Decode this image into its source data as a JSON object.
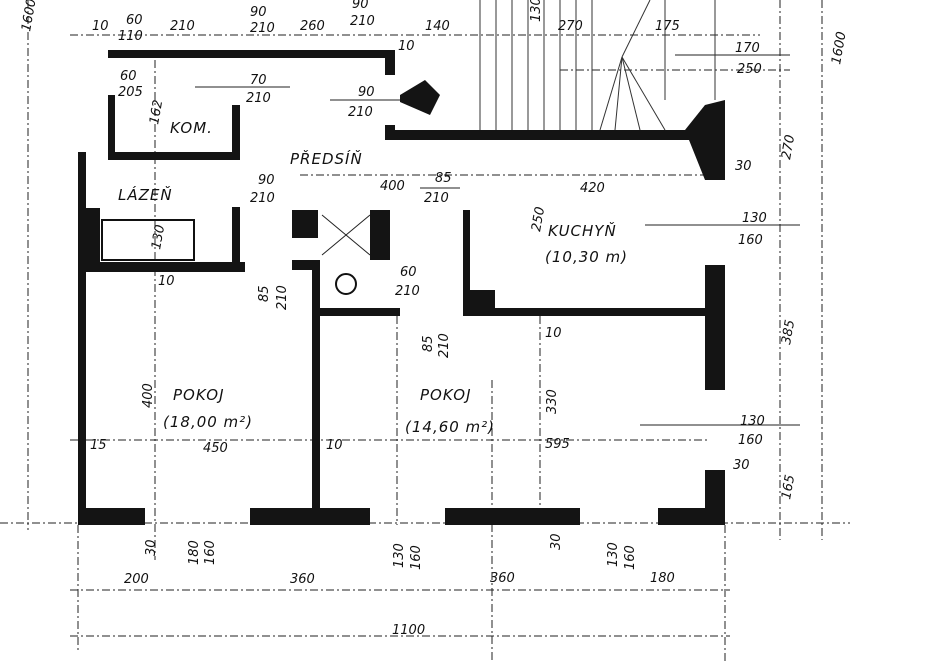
{
  "rooms": {
    "kom": "KOM.",
    "hall": "PŘEDSÍŇ",
    "bath": "LÁZEŇ",
    "kitchen": "KUCHYŇ",
    "kitchen_area": "(10,30 m)",
    "room1": "POKOJ",
    "room1_area": "(18,00 m²)",
    "room2": "POKOJ",
    "room2_area": "(14,60 m²)"
  },
  "dims": {
    "top": [
      "10",
      "60",
      "110",
      "210",
      "90",
      "210",
      "260",
      "90",
      "210",
      "140",
      "130",
      "270",
      "175",
      "170",
      "250",
      "1600",
      "1600"
    ],
    "doors": [
      "60",
      "205",
      "162",
      "70",
      "210",
      "90",
      "210",
      "400",
      "85",
      "210",
      "90",
      "210",
      "130",
      "420",
      "250",
      "270",
      "30",
      "130",
      "160",
      "60",
      "210",
      "85",
      "210",
      "10",
      "85",
      "210",
      "385"
    ],
    "rooms": [
      "400",
      "330",
      "130",
      "160",
      "15",
      "450",
      "10",
      "595",
      "30",
      "165"
    ],
    "bottom": [
      "30",
      "180",
      "160",
      "130",
      "160",
      "30",
      "130",
      "160",
      "200",
      "360",
      "360",
      "180",
      "1100",
      "10",
      "10"
    ]
  }
}
